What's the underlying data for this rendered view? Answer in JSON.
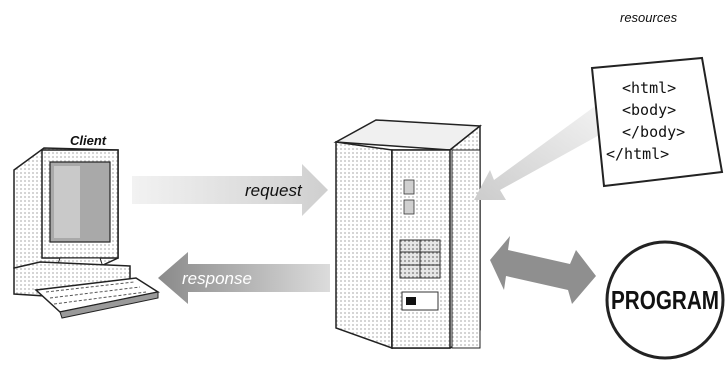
{
  "labels": {
    "client": "Client",
    "request": "request",
    "response": "response",
    "resources": "resources",
    "program": "PROGRAM"
  },
  "resource_code": [
    "<html>",
    "<body>",
    "</body>",
    "</html>"
  ],
  "colors": {
    "arrow_light": "#d4d4d4",
    "arrow_dark": "#8a8a8a",
    "outline": "#222222",
    "paper": "#ffffff"
  }
}
